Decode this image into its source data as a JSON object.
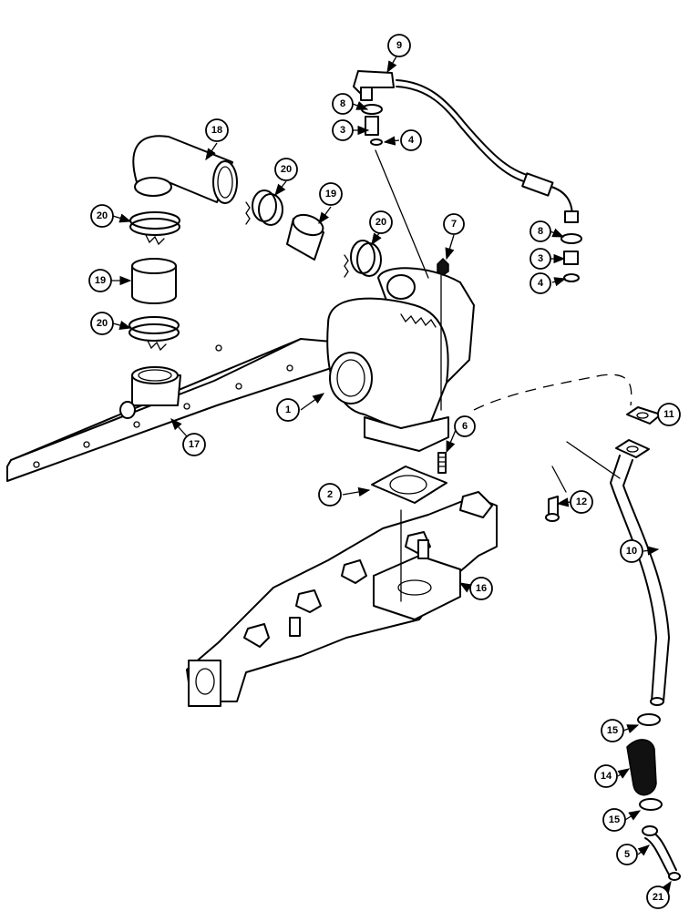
{
  "callouts": {
    "c1": "1",
    "c2": "2",
    "c3a": "3",
    "c3b": "3",
    "c4a": "4",
    "c4b": "4",
    "c5": "5",
    "c6": "6",
    "c7": "7",
    "c8a": "8",
    "c8b": "8",
    "c9": "9",
    "c10": "10",
    "c11": "11",
    "c12": "12",
    "c14": "14",
    "c15a": "15",
    "c15b": "15",
    "c16": "16",
    "c17": "17",
    "c18": "18",
    "c19a": "19",
    "c19b": "19",
    "c20a": "20",
    "c20b": "20",
    "c20c": "20",
    "c20d": "20",
    "c21": "21"
  }
}
